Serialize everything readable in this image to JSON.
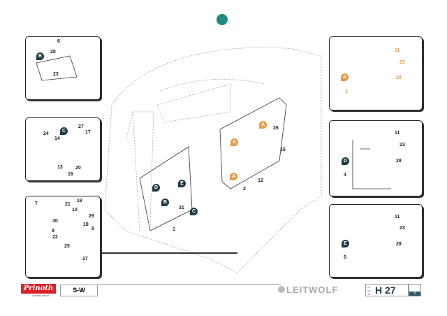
{
  "header": {
    "home_icon": "home-icon"
  },
  "panels": {
    "left_top": {
      "badge": "B",
      "labels": [
        "6",
        "28",
        "23"
      ]
    },
    "left_middle": {
      "badge": "C",
      "labels": [
        "27",
        "17",
        "24",
        "14",
        "13",
        "20",
        "16"
      ]
    },
    "left_bottom": {
      "labels": [
        "7",
        "19",
        "21",
        "10",
        "29",
        "30",
        "18",
        "8",
        "9",
        "22",
        "25",
        "27"
      ]
    },
    "right_top": {
      "badge": "A",
      "labels": [
        "11",
        "23",
        "28",
        "3"
      ]
    },
    "right_middle": {
      "badge": "D",
      "labels": [
        "11",
        "23",
        "28",
        "4"
      ]
    },
    "right_bottom": {
      "badge": "E",
      "labels": [
        "11",
        "23",
        "28",
        "5"
      ]
    }
  },
  "main": {
    "badges": [
      "A",
      "A",
      "A",
      "D",
      "E",
      "B",
      "C"
    ],
    "labels": [
      "26",
      "15",
      "12",
      "2",
      "31",
      "1"
    ]
  },
  "footer": {
    "brand": "Prinoth",
    "brand_sub": "LEITNER GROUP",
    "model": "S-W",
    "product": "LEITWOLF",
    "tw": "Tw",
    "tel": "Tel",
    "tef": "Tef",
    "page_code": "H 27",
    "revision": "0"
  },
  "colors": {
    "accent": "#e89a4a",
    "dark": "#1d3a44",
    "brand": "#d8232a"
  }
}
